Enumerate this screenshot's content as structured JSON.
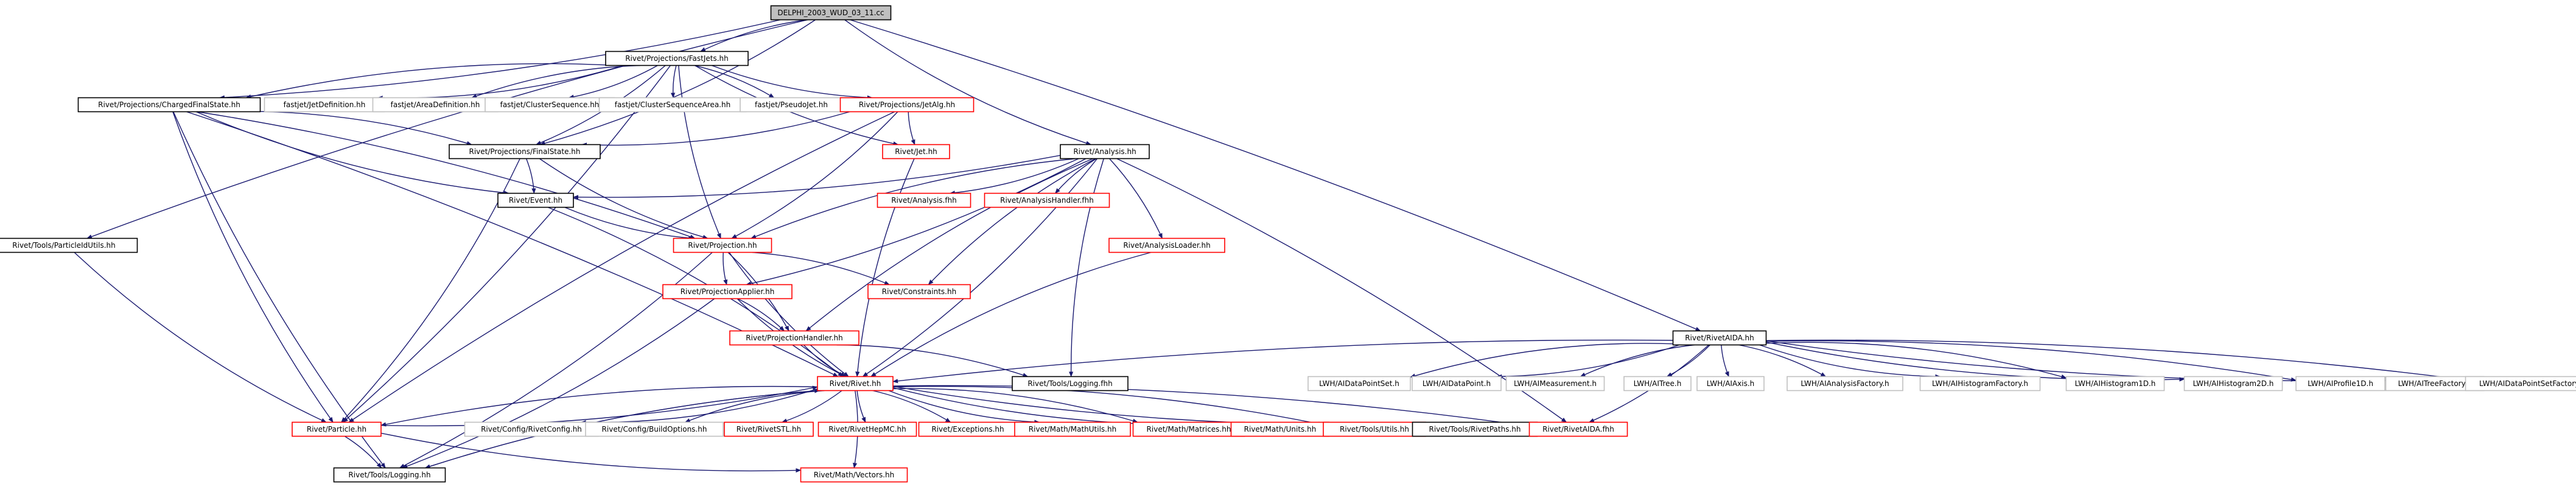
{
  "colors": {
    "edge": "#191970",
    "root_fill": "#bfbfbf",
    "root_border": "#000000",
    "documented_border": "#000000",
    "missing_border": "#ff0000",
    "external_border": "#bfbfbf",
    "text": "#000000"
  },
  "nodes": [
    {
      "id": "root",
      "label": "DELPHI_2003_WUD_03_11.cc",
      "kind": "root"
    },
    {
      "id": "fastjets",
      "label": "Rivet/Projections/FastJets.hh",
      "kind": "documented"
    },
    {
      "id": "charged",
      "label": "Rivet/Projections/ChargedFinalState.hh",
      "kind": "documented"
    },
    {
      "id": "fjjetdef",
      "label": "fastjet/JetDefinition.hh",
      "kind": "external"
    },
    {
      "id": "fjarea",
      "label": "fastjet/AreaDefinition.hh",
      "kind": "external"
    },
    {
      "id": "fjcs",
      "label": "fastjet/ClusterSequence.hh",
      "kind": "external"
    },
    {
      "id": "fjcsa",
      "label": "fastjet/ClusterSequenceArea.hh",
      "kind": "external"
    },
    {
      "id": "fjpj",
      "label": "fastjet/PseudoJet.hh",
      "kind": "external"
    },
    {
      "id": "jetalg",
      "label": "Rivet/Projections/JetAlg.hh",
      "kind": "missing"
    },
    {
      "id": "finalstate",
      "label": "Rivet/Projections/FinalState.hh",
      "kind": "documented"
    },
    {
      "id": "jet",
      "label": "Rivet/Jet.hh",
      "kind": "missing"
    },
    {
      "id": "analysis",
      "label": "Rivet/Analysis.hh",
      "kind": "documented"
    },
    {
      "id": "event",
      "label": "Rivet/Event.hh",
      "kind": "documented"
    },
    {
      "id": "analysisfhh",
      "label": "Rivet/Analysis.fhh",
      "kind": "missing"
    },
    {
      "id": "handlerfhh",
      "label": "Rivet/AnalysisHandler.fhh",
      "kind": "missing"
    },
    {
      "id": "particleid",
      "label": "Rivet/Tools/ParticleIdUtils.hh",
      "kind": "documented"
    },
    {
      "id": "projection",
      "label": "Rivet/Projection.hh",
      "kind": "missing"
    },
    {
      "id": "loader",
      "label": "Rivet/AnalysisLoader.hh",
      "kind": "missing"
    },
    {
      "id": "constraints",
      "label": "Rivet/Constraints.hh",
      "kind": "missing"
    },
    {
      "id": "applier",
      "label": "Rivet/ProjectionApplier.hh",
      "kind": "missing"
    },
    {
      "id": "aida",
      "label": "Rivet/RivetAIDA.hh",
      "kind": "documented"
    },
    {
      "id": "phandler",
      "label": "Rivet/ProjectionHandler.hh",
      "kind": "missing"
    },
    {
      "id": "logging1",
      "label": "Rivet/Tools/Logging.fhh",
      "kind": "documented"
    },
    {
      "id": "rivet",
      "label": "Rivet/Rivet.hh",
      "kind": "missing"
    },
    {
      "id": "lwhdps",
      "label": "LWH/AIDataPointSet.h",
      "kind": "external"
    },
    {
      "id": "lwhdp",
      "label": "LWH/AIDataPoint.h",
      "kind": "external"
    },
    {
      "id": "lwhmeas",
      "label": "LWH/AIMeasurement.h",
      "kind": "external"
    },
    {
      "id": "lwhtree",
      "label": "LWH/AITree.h",
      "kind": "external"
    },
    {
      "id": "lwhaxis",
      "label": "LWH/AIAxis.h",
      "kind": "external"
    },
    {
      "id": "lwhaf",
      "label": "LWH/AIAnalysisFactory.h",
      "kind": "external"
    },
    {
      "id": "lwhhf",
      "label": "LWH/AIHistogramFactory.h",
      "kind": "external"
    },
    {
      "id": "lwhh1",
      "label": "LWH/AIHistogram1D.h",
      "kind": "external"
    },
    {
      "id": "lwhh2",
      "label": "LWH/AIHistogram2D.h",
      "kind": "external"
    },
    {
      "id": "lwhp1",
      "label": "LWH/AIProfile1D.h",
      "kind": "external"
    },
    {
      "id": "lwhtf",
      "label": "LWH/AITreeFactory.h",
      "kind": "external"
    },
    {
      "id": "lwhdpsf",
      "label": "LWH/AIDataPointSetFactory.h",
      "kind": "external"
    },
    {
      "id": "particle",
      "label": "Rivet/Particle.hh",
      "kind": "missing"
    },
    {
      "id": "config",
      "label": "Rivet/Config/RivetConfig.hh",
      "kind": "external"
    },
    {
      "id": "build",
      "label": "Rivet/Config/BuildOptions.hh",
      "kind": "external"
    },
    {
      "id": "stl",
      "label": "Rivet/RivetSTL.hh",
      "kind": "missing"
    },
    {
      "id": "hepmc",
      "label": "Rivet/RivetHepMC.hh",
      "kind": "missing"
    },
    {
      "id": "exceptions",
      "label": "Rivet/Exceptions.hh",
      "kind": "missing"
    },
    {
      "id": "mathutils",
      "label": "Rivet/Math/MathUtils.hh",
      "kind": "missing"
    },
    {
      "id": "matrices",
      "label": "Rivet/Math/Matrices.hh",
      "kind": "missing"
    },
    {
      "id": "units",
      "label": "Rivet/Math/Units.hh",
      "kind": "missing"
    },
    {
      "id": "utils",
      "label": "Rivet/Tools/Utils.hh",
      "kind": "missing"
    },
    {
      "id": "paths",
      "label": "Rivet/Tools/RivetPaths.hh",
      "kind": "documented"
    },
    {
      "id": "aidafhh",
      "label": "Rivet/RivetAIDA.fhh",
      "kind": "missing"
    },
    {
      "id": "logging2",
      "label": "Rivet/Tools/Logging.hh",
      "kind": "documented"
    },
    {
      "id": "vectors",
      "label": "Rivet/Math/Vectors.hh",
      "kind": "missing"
    }
  ],
  "edges": [
    [
      "root",
      "fastjets"
    ],
    [
      "root",
      "charged"
    ],
    [
      "root",
      "analysis"
    ],
    [
      "root",
      "aida"
    ],
    [
      "root",
      "particleid"
    ],
    [
      "root",
      "finalstate"
    ],
    [
      "fastjets",
      "charged"
    ],
    [
      "fastjets",
      "fjjetdef"
    ],
    [
      "fastjets",
      "fjarea"
    ],
    [
      "fastjets",
      "fjcs"
    ],
    [
      "fastjets",
      "fjcsa"
    ],
    [
      "fastjets",
      "fjpj"
    ],
    [
      "fastjets",
      "jetalg"
    ],
    [
      "fastjets",
      "finalstate"
    ],
    [
      "fastjets",
      "jet"
    ],
    [
      "fastjets",
      "particle"
    ],
    [
      "fastjets",
      "projection"
    ],
    [
      "charged",
      "finalstate"
    ],
    [
      "charged",
      "event"
    ],
    [
      "charged",
      "projection"
    ],
    [
      "charged",
      "particle"
    ],
    [
      "charged",
      "rivet"
    ],
    [
      "charged",
      "logging2"
    ],
    [
      "jetalg",
      "finalstate"
    ],
    [
      "jetalg",
      "jet"
    ],
    [
      "jetalg",
      "projection"
    ],
    [
      "jetalg",
      "particle"
    ],
    [
      "finalstate",
      "event"
    ],
    [
      "finalstate",
      "projection"
    ],
    [
      "finalstate",
      "particle"
    ],
    [
      "jet",
      "rivet"
    ],
    [
      "analysis",
      "event"
    ],
    [
      "analysis",
      "projection"
    ],
    [
      "analysis",
      "analysisfhh"
    ],
    [
      "analysis",
      "handlerfhh"
    ],
    [
      "analysis",
      "loader"
    ],
    [
      "analysis",
      "constraints"
    ],
    [
      "analysis",
      "applier"
    ],
    [
      "analysis",
      "phandler"
    ],
    [
      "analysis",
      "rivet"
    ],
    [
      "analysis",
      "logging1"
    ],
    [
      "analysis",
      "aidafhh"
    ],
    [
      "event",
      "projection"
    ],
    [
      "event",
      "rivet"
    ],
    [
      "particleid",
      "particle"
    ],
    [
      "projection",
      "constraints"
    ],
    [
      "projection",
      "applier"
    ],
    [
      "projection",
      "phandler"
    ],
    [
      "projection",
      "rivet"
    ],
    [
      "projection",
      "logging2"
    ],
    [
      "loader",
      "rivet"
    ],
    [
      "applier",
      "phandler"
    ],
    [
      "applier",
      "rivet"
    ],
    [
      "applier",
      "logging2"
    ],
    [
      "phandler",
      "rivet"
    ],
    [
      "phandler",
      "logging1"
    ],
    [
      "aida",
      "rivet"
    ],
    [
      "aida",
      "aidafhh"
    ],
    [
      "aida",
      "lwhdps"
    ],
    [
      "aida",
      "lwhdp"
    ],
    [
      "aida",
      "lwhmeas"
    ],
    [
      "aida",
      "lwhtree"
    ],
    [
      "aida",
      "lwhaxis"
    ],
    [
      "aida",
      "lwhaf"
    ],
    [
      "aida",
      "lwhhf"
    ],
    [
      "aida",
      "lwhh1"
    ],
    [
      "aida",
      "lwhh2"
    ],
    [
      "aida",
      "lwhp1"
    ],
    [
      "aida",
      "lwhtf"
    ],
    [
      "aida",
      "lwhdpsf"
    ],
    [
      "rivet",
      "particle"
    ],
    [
      "rivet",
      "config"
    ],
    [
      "rivet",
      "build"
    ],
    [
      "rivet",
      "stl"
    ],
    [
      "rivet",
      "hepmc"
    ],
    [
      "rivet",
      "exceptions"
    ],
    [
      "rivet",
      "mathutils"
    ],
    [
      "rivet",
      "matrices"
    ],
    [
      "rivet",
      "units"
    ],
    [
      "rivet",
      "utils"
    ],
    [
      "rivet",
      "paths"
    ],
    [
      "rivet",
      "aidafhh"
    ],
    [
      "rivet",
      "logging2"
    ],
    [
      "rivet",
      "vectors"
    ],
    [
      "particle",
      "rivet"
    ],
    [
      "particle",
      "logging2"
    ],
    [
      "particle",
      "vectors"
    ],
    [
      "logging2",
      "rivet"
    ]
  ]
}
